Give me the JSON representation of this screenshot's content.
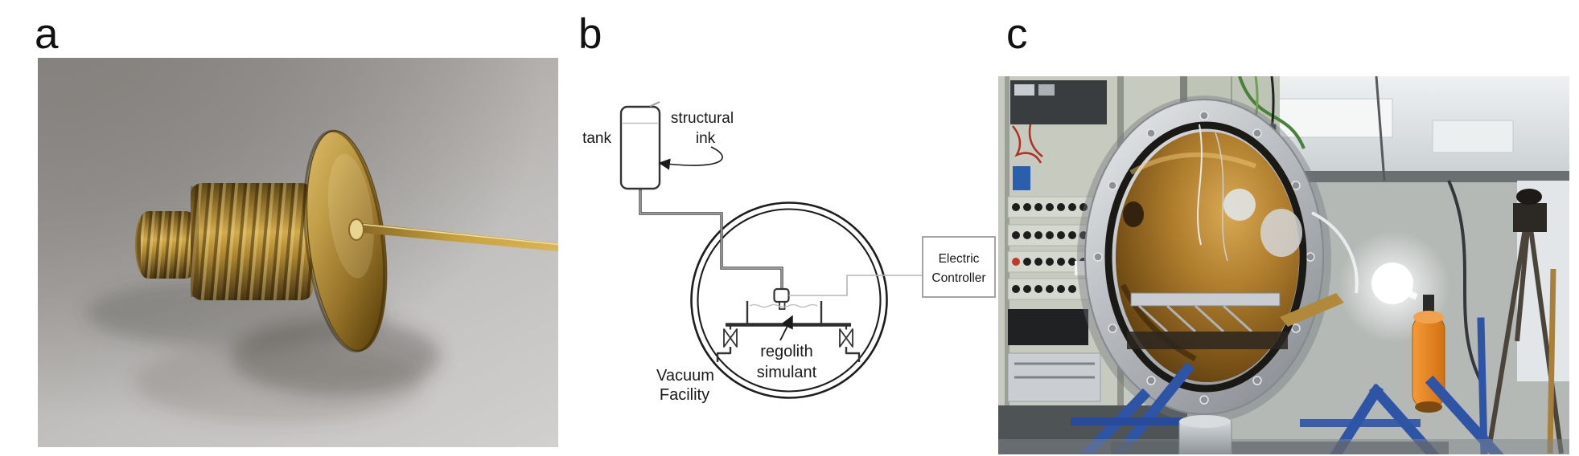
{
  "panels": {
    "a": {
      "label": "a"
    },
    "b": {
      "label": "b"
    },
    "c": {
      "label": "c"
    }
  },
  "diagram": {
    "tank_label": "tank",
    "ink_line1": "structural",
    "ink_line2": "ink",
    "controller_line1": "Electric",
    "controller_line2": "Controller",
    "regolith_line1": "regolith",
    "regolith_line2": "simulant",
    "facility_line1": "Vacuum",
    "facility_line2": "Facility"
  },
  "colors": {
    "diagram_stroke": "#333333",
    "tube_stroke": "#444444",
    "thin_wire": "#b5b5b5",
    "brass": "#c9a23f",
    "chamber_copper": "#a87a2e",
    "frame_blue": "#2e54a6",
    "cylinder_orange": "#e07820"
  }
}
